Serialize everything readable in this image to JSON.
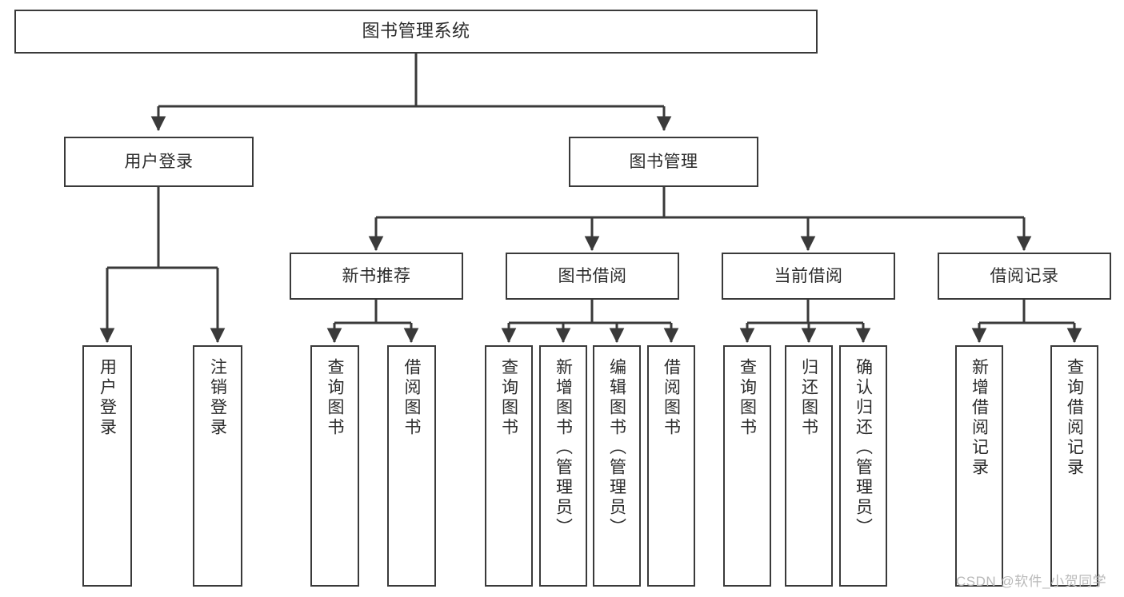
{
  "diagram": {
    "title": "图书管理系统",
    "type": "hierarchy-tree",
    "levels": 4,
    "root": {
      "label": "图书管理系统"
    },
    "level2": [
      {
        "label": "用户登录"
      },
      {
        "label": "图书管理"
      }
    ],
    "level3": [
      {
        "label": "新书推荐"
      },
      {
        "label": "图书借阅"
      },
      {
        "label": "当前借阅"
      },
      {
        "label": "借阅记录"
      }
    ],
    "leaves": {
      "user_login": [
        {
          "label": "用户登录"
        },
        {
          "label": "注销登录"
        }
      ],
      "new_book_recommend": [
        {
          "label": "查询图书"
        },
        {
          "label": "借阅图书"
        }
      ],
      "book_borrow": [
        {
          "label": "查询图书"
        },
        {
          "label": "新增图书（管理员）"
        },
        {
          "label": "编辑图书（管理员）"
        },
        {
          "label": "借阅图书"
        }
      ],
      "current_borrow": [
        {
          "label": "查询图书"
        },
        {
          "label": "归还图书"
        },
        {
          "label": "确认归还（管理员）"
        }
      ],
      "borrow_record": [
        {
          "label": "新增借阅记录"
        },
        {
          "label": "查询借阅记录"
        }
      ]
    }
  },
  "watermark": {
    "text": "CSDN @软件_小贺同学"
  },
  "colors": {
    "border": "#3a3a3a",
    "text": "#2b2b2b",
    "background": "#ffffff",
    "watermark": "#b9b9b9"
  }
}
